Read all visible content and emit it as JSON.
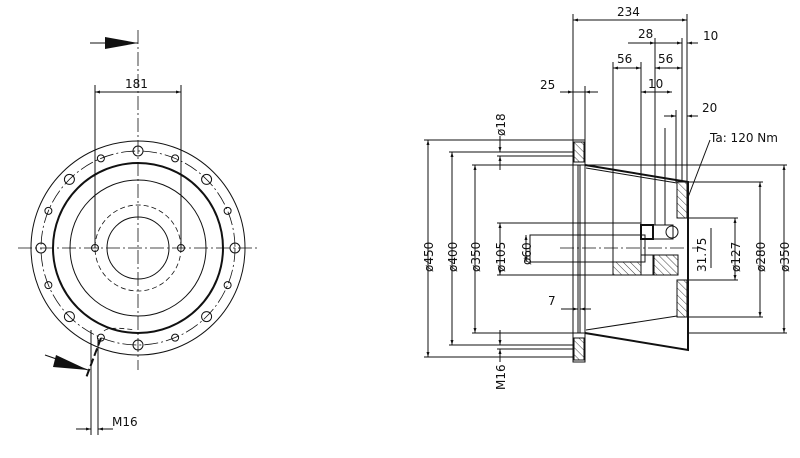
{
  "front_view": {
    "dim_bolt_spacing": "181",
    "dim_thread": "M16"
  },
  "side_view": {
    "dim_total_length": "234",
    "dim_28": "28",
    "dim_10_top": "10",
    "dim_56_left": "56",
    "dim_56_right": "56",
    "dim_10_mid": "10",
    "dim_25": "25",
    "dim_20": "20",
    "dim_7": "7",
    "torque_note": "Ta: 120 Nm",
    "dia_18": "ø18",
    "dia_450": "ø450",
    "dia_400": "ø400",
    "dia_350_left": "ø350",
    "dia_105": "ø105",
    "dia_60": "ø60",
    "thread_m16": "M16",
    "dim_31_75": "31.75",
    "dia_127": "ø127",
    "dia_280": "ø280",
    "dia_350_right": "ø350"
  }
}
